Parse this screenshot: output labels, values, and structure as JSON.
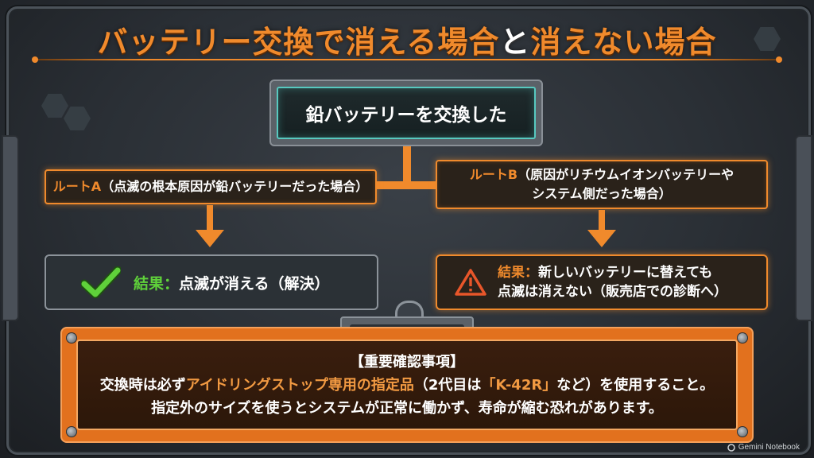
{
  "title": {
    "part1": "バッテリー交換で消える場合",
    "part2": "と",
    "part3": "消えない場合"
  },
  "start": {
    "label": "鉛バッテリーを交換した"
  },
  "route_a": {
    "label": "ルートA",
    "text": "（点滅の根本原因が鉛バッテリーだった場合）"
  },
  "route_b": {
    "label": "ルートB",
    "text_line1": "（原因がリチウムイオンバッテリーや",
    "text_line2": "システム側だった場合）"
  },
  "result_a": {
    "label": "結果：",
    "text": "点滅が消える（解決）",
    "icon": "check-icon"
  },
  "result_b": {
    "label": "結果：",
    "text_line1": "新しいバッテリーに替えても",
    "text_line2": "点滅は消えない（販売店での診断へ）",
    "icon": "warning-icon"
  },
  "notice": {
    "heading": "【重要確認事項】",
    "line1_a": "交換時は必ず",
    "line1_b": "アイドリングストップ専用の指定品",
    "line1_c": "（2代目は",
    "line1_d": "「K-42R」",
    "line1_e": "など）を使用すること。",
    "line2": "指定外のサイズを使うとシステムが正常に働かず、寿命が縮む恐れがあります。"
  },
  "watermark": {
    "text": "Gemini Notebook"
  },
  "colors": {
    "accent": "#f08a2c",
    "teal": "#57c9c0",
    "success": "#5fd13a",
    "panel": "#e2711e"
  }
}
